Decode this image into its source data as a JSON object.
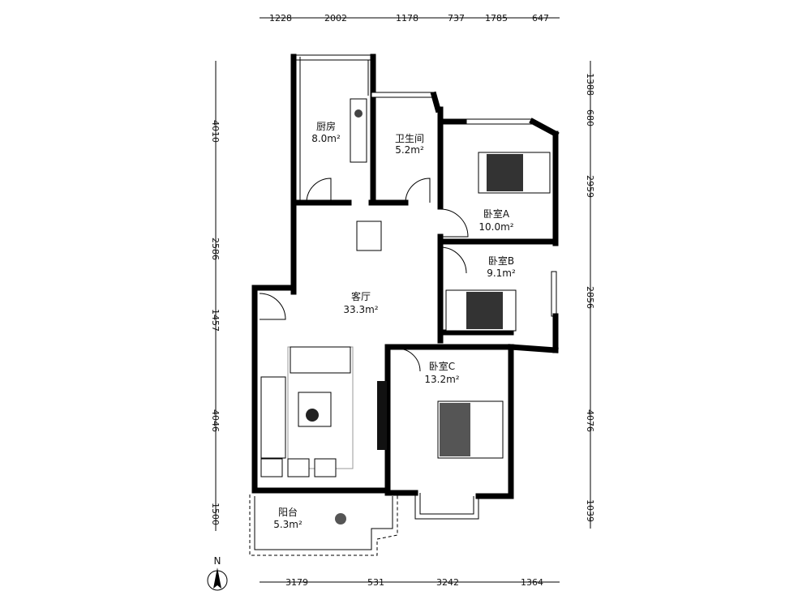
{
  "dimensions": {
    "top": [
      "1228",
      "2002",
      "1178",
      "737",
      "1785",
      "647"
    ],
    "left": [
      "4010",
      "2586",
      "1457",
      "4046",
      "1500"
    ],
    "right": [
      "1388",
      "680",
      "2959",
      "2856",
      "4076",
      "1039"
    ],
    "bottom": [
      "3179",
      "531",
      "3242",
      "1364"
    ]
  },
  "rooms": {
    "kitchen": {
      "name": "厨房",
      "area": "8.0m²"
    },
    "bathroom": {
      "name": "卫生间",
      "area": "5.2m²"
    },
    "bedroom_a": {
      "name": "卧室A",
      "area": "10.0m²"
    },
    "bedroom_b": {
      "name": "卧室B",
      "area": "9.1m²"
    },
    "living": {
      "name": "客厅",
      "area": "33.3m²"
    },
    "bedroom_c": {
      "name": "卧室C",
      "area": "13.2m²"
    },
    "balcony": {
      "name": "阳台",
      "area": "5.3m²"
    }
  },
  "compass": {
    "label": "N"
  }
}
